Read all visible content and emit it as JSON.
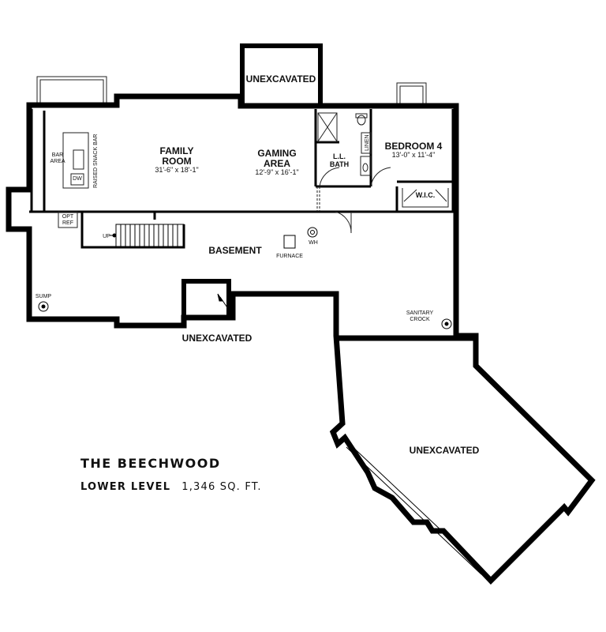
{
  "plan": {
    "name": "THE BEECHWOOD",
    "level": "LOWER LEVEL",
    "area": "1,346 SQ. FT."
  },
  "rooms": {
    "unexcavated_top": "UNEXCAVATED",
    "family_room_l1": "FAMILY",
    "family_room_l2": "ROOM",
    "family_room_dim": "31'-6\" x 18'-1\"",
    "gaming_l1": "GAMING",
    "gaming_l2": "AREA",
    "gaming_dim": "12'-9\" x 16'-1\"",
    "bath_l1": "L.L.",
    "bath_l2": "BATH",
    "linen": "LINEN",
    "bedroom": "BEDROOM 4",
    "bedroom_dim": "13'-0\" x 11'-4\"",
    "wic": "W.I.C.",
    "bar_l1": "BAR",
    "bar_l2": "AREA",
    "dw": "DW",
    "snack_bar": "RAISED SNACK BAR",
    "opt_l1": "OPT",
    "opt_l2": "REF",
    "up": "UP",
    "basement": "BASEMENT",
    "furnace": "FURNACE",
    "wh": "WH",
    "sump": "SUMP",
    "sanitary_l1": "SANITARY",
    "sanitary_l2": "CROCK",
    "unexcavated_mid": "UNEXCAVATED",
    "unexcavated_big": "UNEXCAVATED"
  }
}
